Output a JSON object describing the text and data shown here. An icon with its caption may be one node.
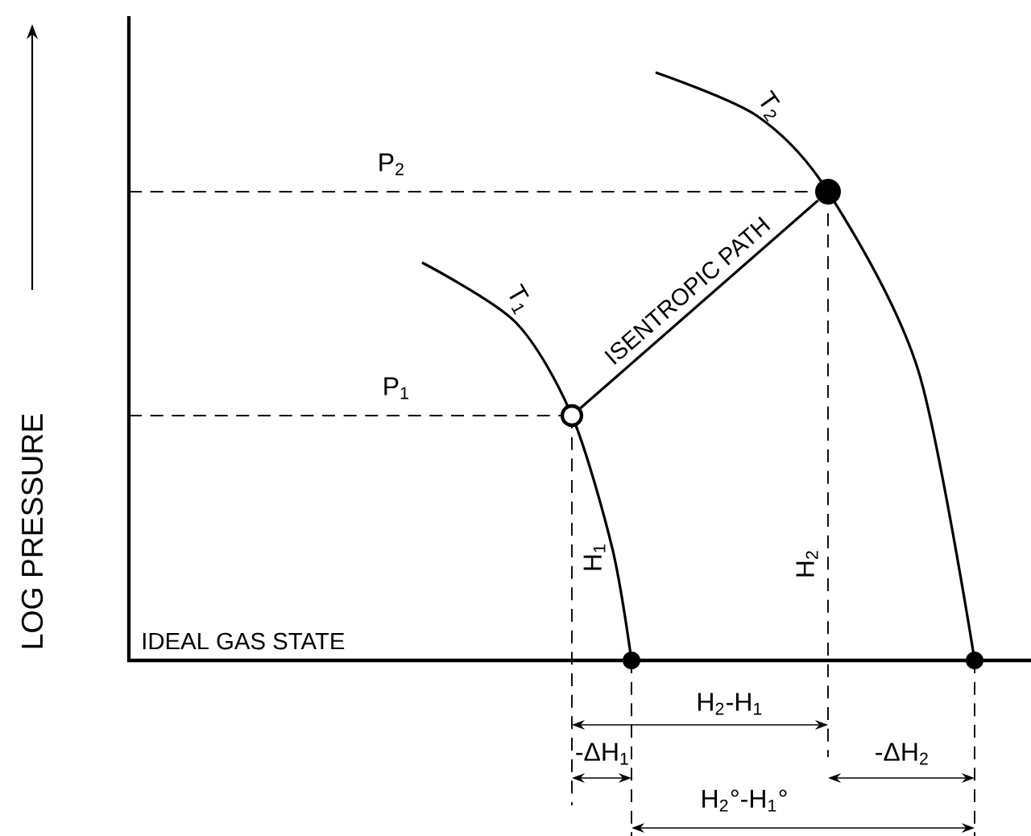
{
  "diagram": {
    "nodes": [
      {
        "text": [],
        "shape": "circle"
      },
      {
        "text": [],
        "shape": "circle"
      }
    ],
    "edges": [
      {
        "from": 0,
        "to": 1,
        "arrow": "none",
        "label": "ISENTROPIC PATH"
      }
    ],
    "labels": [
      "LOG PRESSURE",
      "P$_{2}$",
      "P$_{1}$",
      "T$_{2}$",
      "T$_{1}$",
      "H$_{1}$",
      "H$_{2}$",
      "IDEAL GAS STATE",
      "H$_{2}$-H$_{1}$",
      "-ΔH$_{1}$",
      "-ΔH$_{2}$",
      "H$_{2}$°-H$_{1}$°"
    ]
  }
}
